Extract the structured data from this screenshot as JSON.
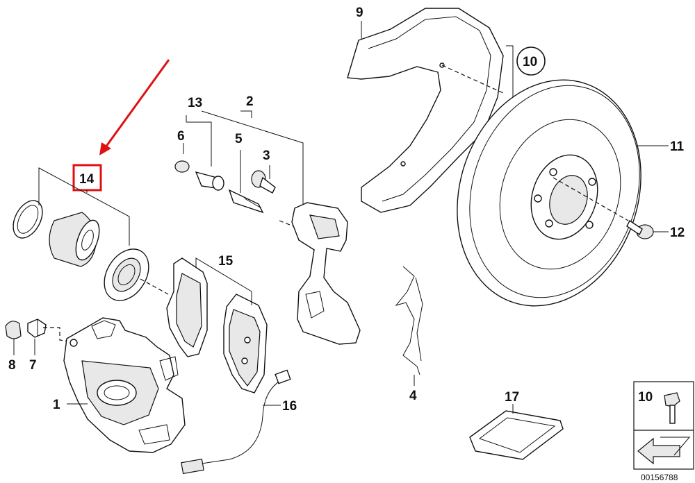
{
  "callouts": {
    "c1": "1",
    "c2": "2",
    "c3": "3",
    "c4": "4",
    "c5": "5",
    "c6": "6",
    "c7": "7",
    "c8": "8",
    "c9": "9",
    "c10": "10",
    "c11": "11",
    "c12": "12",
    "c13": "13",
    "c14": "14",
    "c15": "15",
    "c16": "16",
    "c17": "17"
  },
  "legend": {
    "ref": "10"
  },
  "footer": {
    "image_number": "00156788"
  },
  "highlight": {
    "color": "#e01010",
    "target": "14"
  }
}
